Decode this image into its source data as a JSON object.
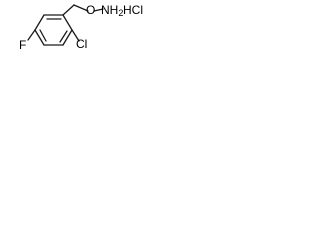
{
  "molecule": {
    "atoms": {
      "fluorine": "F",
      "chlorine": "Cl",
      "oxygen": "O",
      "amine": "NH",
      "amine_subscript": "2"
    },
    "salt": "HCl"
  },
  "colors": {
    "bond": "#1a1a1a",
    "label": "#000000",
    "background": "#ffffff"
  }
}
